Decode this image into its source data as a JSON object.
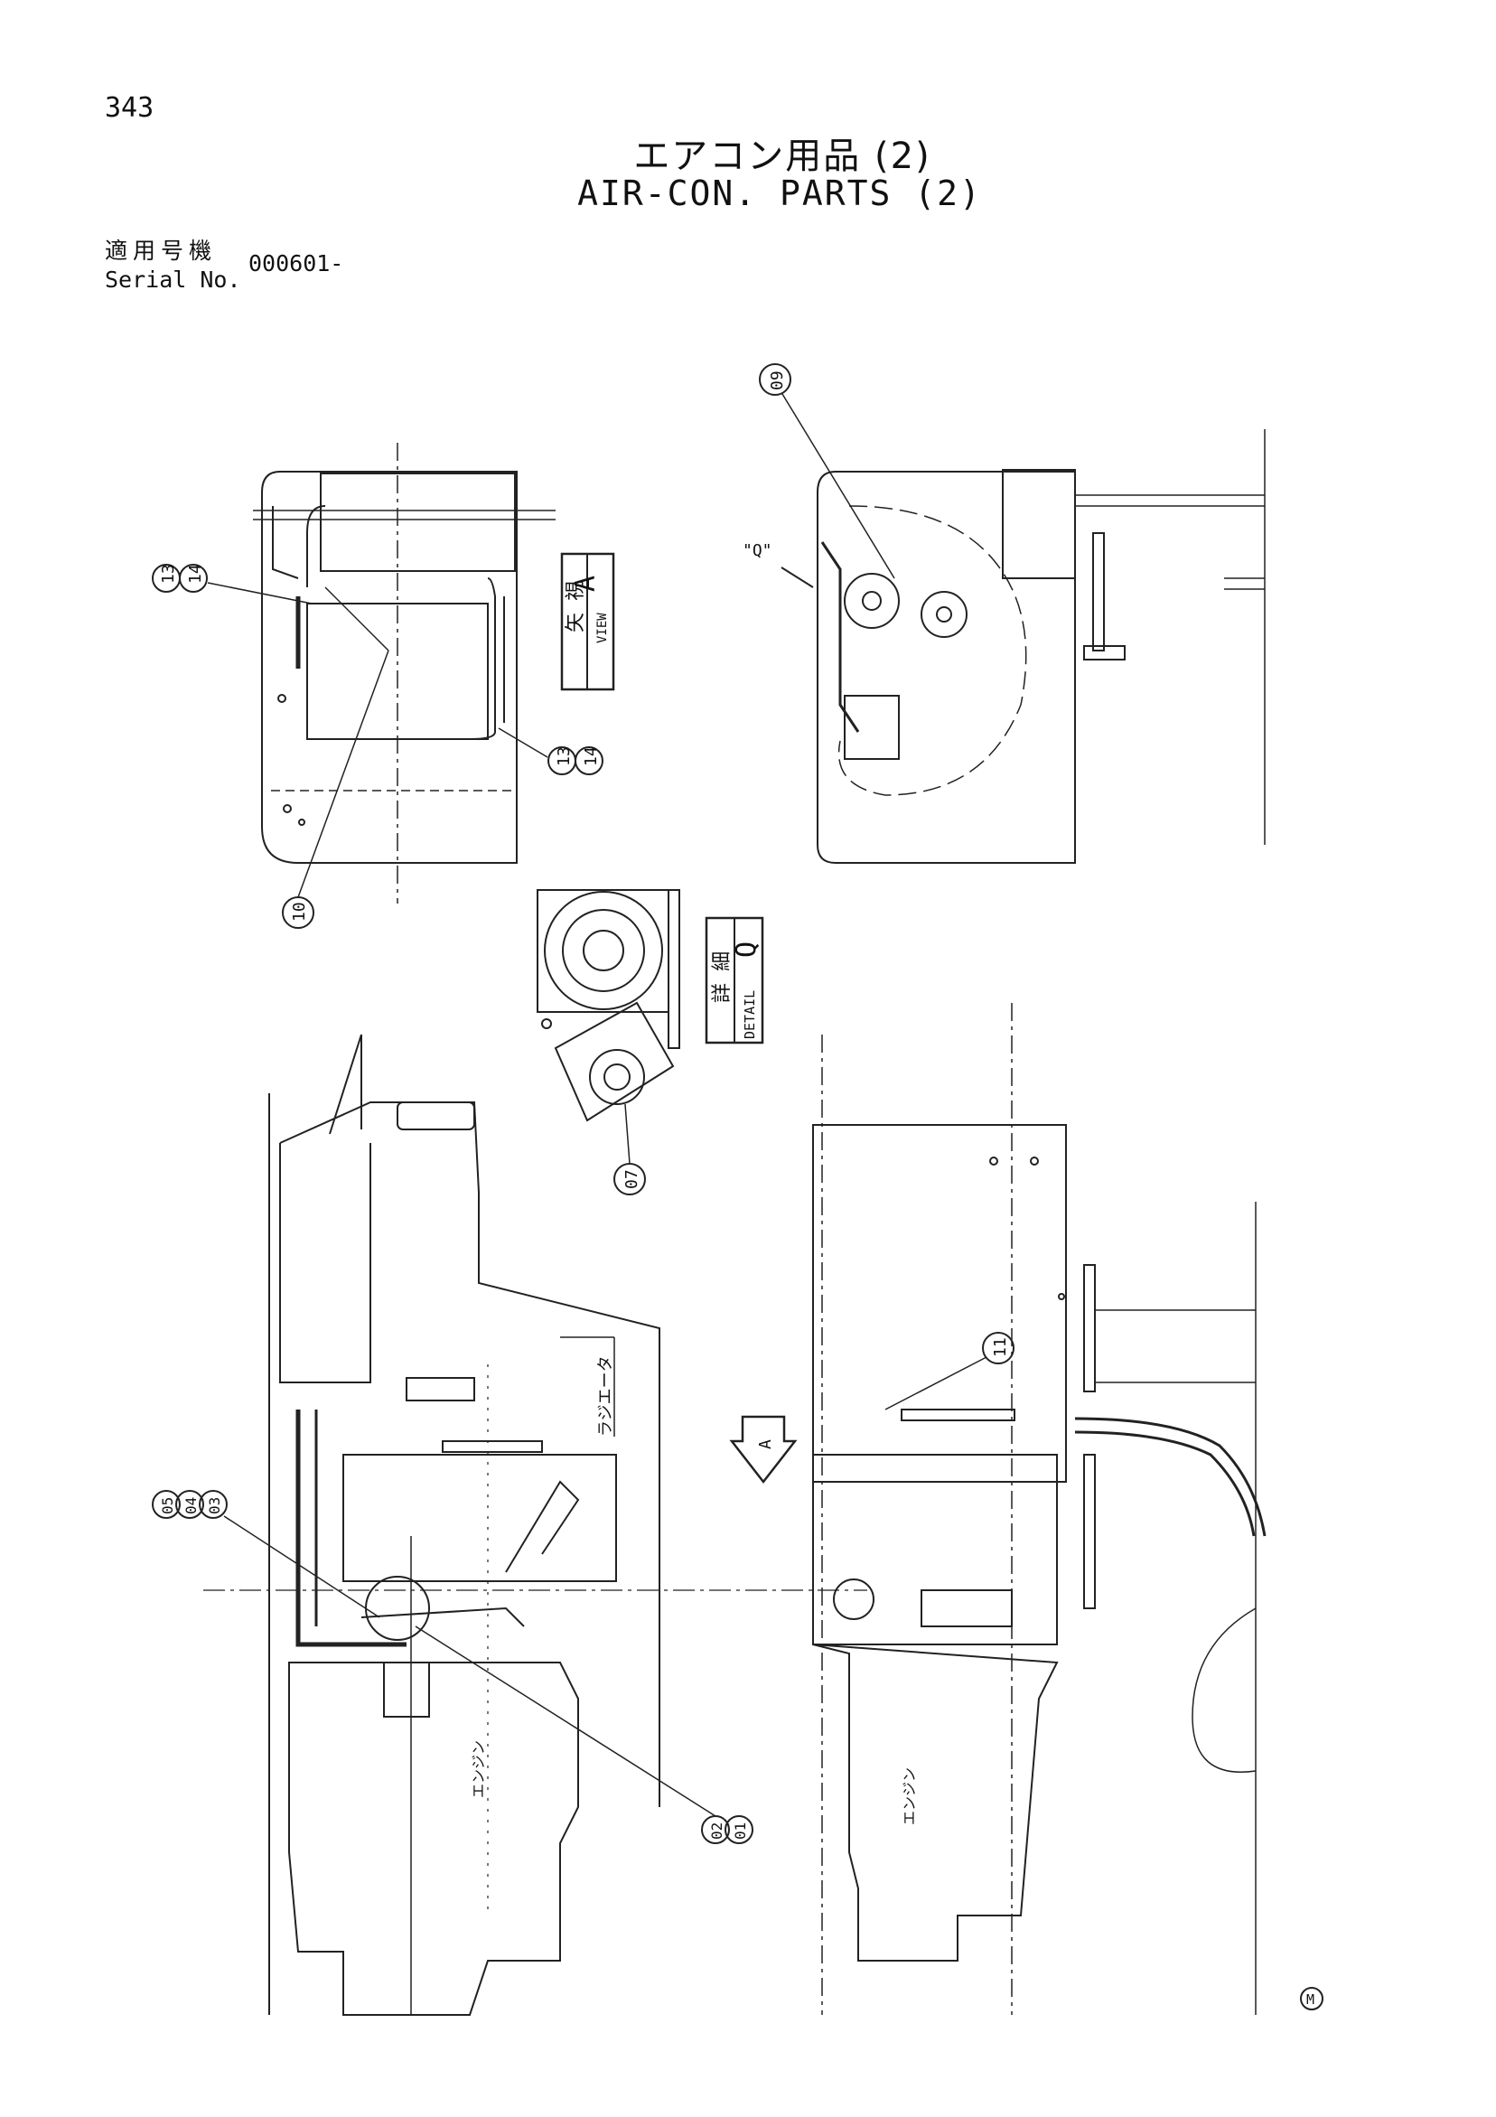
{
  "header": {
    "page_number": "343",
    "title_jp": "エアコン用品 (2)",
    "title_en": "AIR-CON. PARTS (2)",
    "serial_label_jp": "適用号機",
    "serial_label_en": "Serial No.",
    "serial_value": "000601-"
  },
  "views": {
    "view_label_jp": "矢 視",
    "view_label_en": "VIEW",
    "view_letter": "A",
    "detail_label_jp": "詳 細",
    "detail_label_en": "DETAIL",
    "detail_letter": "Q",
    "detail_marker": "\"Q\""
  },
  "annotations": {
    "radiator": "ラジエータ",
    "engine_left": "エンジン",
    "engine_right": "エンジン"
  },
  "callouts": {
    "c13a": "13",
    "c14a": "14",
    "c13b": "13",
    "c14b": "14",
    "c10": "10",
    "c09": "09",
    "c07": "07",
    "c11": "11",
    "c05": "05",
    "c04": "04",
    "c03": "03",
    "c02": "02",
    "c01": "01"
  },
  "arrow_letter": "A",
  "footer": {
    "mark": "M"
  }
}
